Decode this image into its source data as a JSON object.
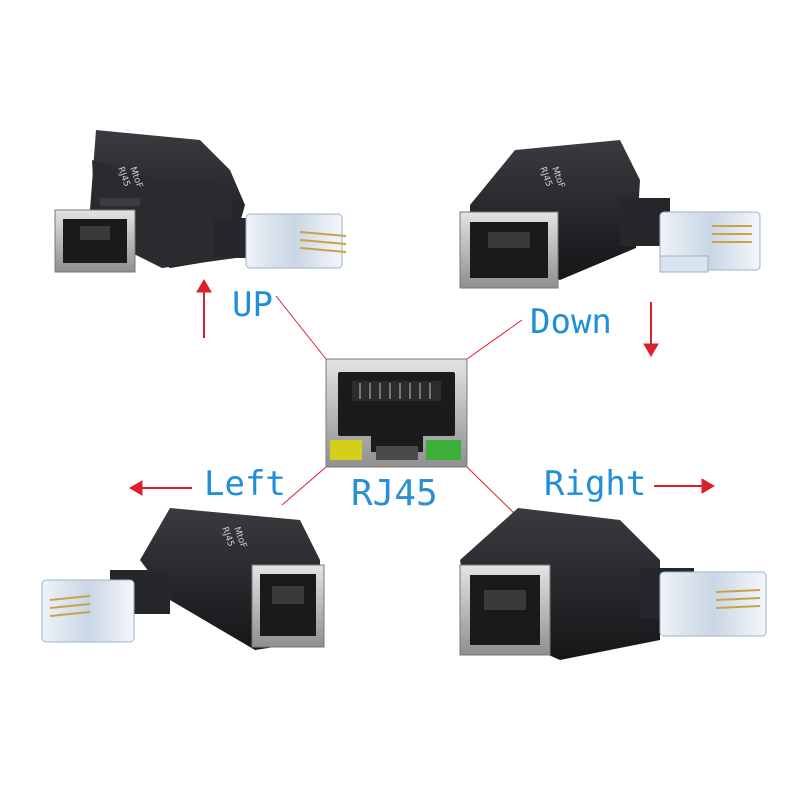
{
  "labels": {
    "up": "UP",
    "down": "Down",
    "left": "Left",
    "right": "Right",
    "center": "RJ45"
  },
  "housing_text": {
    "line1": "RJ45",
    "line2": "MtoF"
  },
  "colors": {
    "label_blue": "#1e8fd8",
    "arrow_red": "#d9202b",
    "connector_black": "#222326",
    "led_yellow": "#d6cf1a",
    "led_green": "#3cae3a"
  }
}
